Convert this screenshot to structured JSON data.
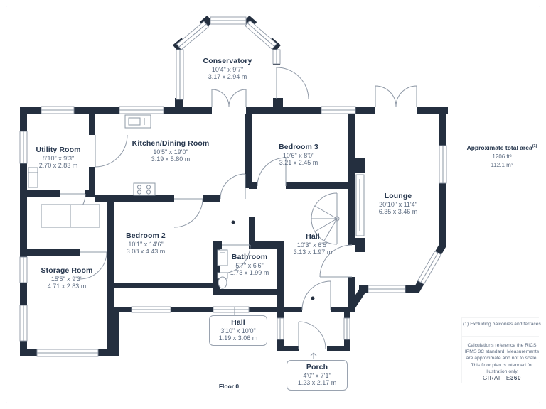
{
  "colors": {
    "wall": "#242f3f",
    "thin_line": "#8e98a6",
    "room_name_text": "#26364d",
    "dimension_text": "#5c6b80",
    "label_box_border": "#9aa3b0",
    "divider": "#e4e7ea"
  },
  "floor": {
    "label": "Floor 0"
  },
  "sidebar": {
    "area_title": "Approximate total area",
    "area_superscript": "(1)",
    "area_imperial": "1206 ft²",
    "area_metric": "112.1 m²",
    "footnote": "(1) Excluding balconies and terraces",
    "disclaimer": "Calculations reference the RICS IPMS 3C standard. Measurements are approximate and not to scale. This floor plan is intended for illustration only.",
    "brand_name": "GIRAFFE",
    "brand_suffix": "360"
  },
  "rooms": [
    {
      "name": "Conservatory",
      "imperial": "10'4\" x 9'7\"",
      "metric": "3.17 x 2.94 m"
    },
    {
      "name": "Utility Room",
      "imperial": "8'10\" x 9'3\"",
      "metric": "2.70 x 2.83 m"
    },
    {
      "name": "Kitchen/Dining Room",
      "imperial": "10'5\" x 19'0\"",
      "metric": "3.19 x 5.80 m"
    },
    {
      "name": "Bedroom 3",
      "imperial": "10'6\" x 8'0\"",
      "metric": "3.21 x 2.45 m"
    },
    {
      "name": "Lounge",
      "imperial": "20'10\" x 11'4\"",
      "metric": "6.35 x 3.46 m"
    },
    {
      "name": "Bedroom 2",
      "imperial": "10'1\" x 14'6\"",
      "metric": "3.08 x 4.43 m"
    },
    {
      "name": "Hall",
      "imperial": "10'3\" x 6'5\"",
      "metric": "3.13 x 1.97 m"
    },
    {
      "name": "Bathroom",
      "imperial": "5'7\" x 6'6\"",
      "metric": "1.73 x 1.99 m"
    },
    {
      "name": "Storage Room",
      "imperial": "15'5\" x 9'3\"",
      "metric": "4.71 x 2.83 m"
    },
    {
      "name": "Hall",
      "imperial": "3'10\" x 10'0\"",
      "metric": "1.19 x 3.06 m"
    },
    {
      "name": "Porch",
      "imperial": "4'0\" x 7'1\"",
      "metric": "1.23 x 2.17 m"
    }
  ]
}
